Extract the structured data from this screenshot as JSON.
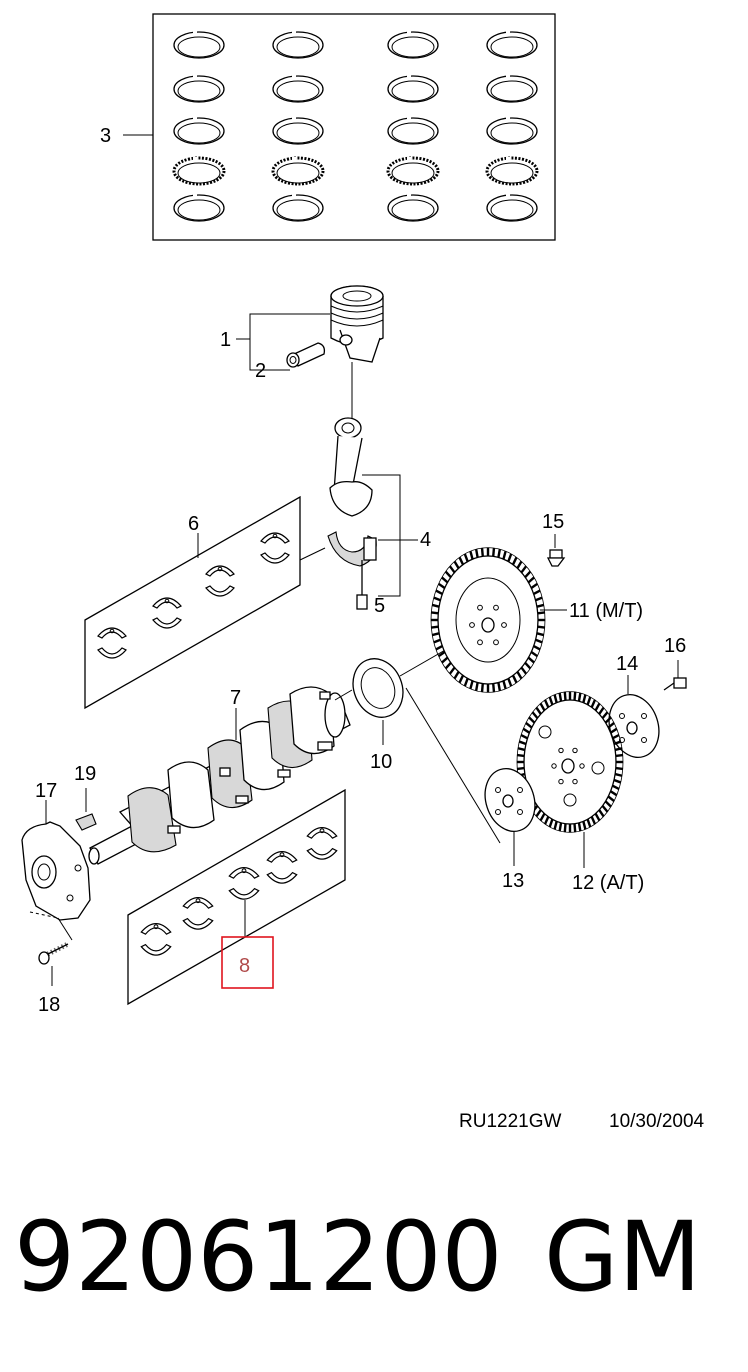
{
  "callouts": {
    "c1": "1",
    "c2": "2",
    "c3": "3",
    "c4": "4",
    "c5": "5",
    "c6": "6",
    "c7": "7",
    "c8": "8",
    "c10": "10",
    "c11": "11 (M/T)",
    "c12": "12 (A/T)",
    "c13": "13",
    "c14": "14",
    "c15": "15",
    "c16": "16",
    "c17": "17",
    "c18": "18",
    "c19": "19"
  },
  "highlighted_callout": "8",
  "highlight_color": "#e0141e",
  "reference": {
    "code": "RU1221GW",
    "date": "10/30/2004"
  },
  "part_number": "92061200",
  "brand": "GM"
}
